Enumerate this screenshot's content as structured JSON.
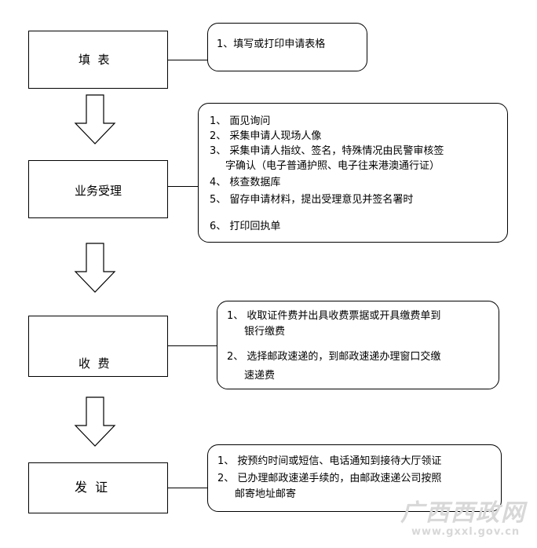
{
  "steps": [
    {
      "label": "填  表"
    },
    {
      "label": "业务受理"
    },
    {
      "label": "收  费"
    },
    {
      "label": "发  证"
    }
  ],
  "notes": [
    {
      "items": [
        "1、填写或打印申请表格"
      ]
    },
    {
      "items": [
        "1、 面见询问",
        "2、 采集申请人现场人像",
        "3、 采集申请人指纹、签名，特殊情况由民警审核签",
        "字确认（电子普通护照、电子往来港澳通行证）",
        "4、 核查数据库",
        "5、 留存申请材料，提出受理意见并签名署时",
        "6、 打印回执单"
      ]
    },
    {
      "items": [
        "1、 收取证件费并出具收费票据或开具缴费单到",
        "银行缴费",
        "2、 选择邮政速递的，到邮政速递办理窗口交缴",
        "速递费"
      ]
    },
    {
      "items": [
        "1、 按预约时间或短信、电话通知到接待大厅领证",
        "2、 已办理邮政速递手续的，由邮政速递公司按照",
        "邮寄地址邮寄"
      ]
    }
  ],
  "watermark": {
    "logo_text": "广西西政网",
    "url": "www.gxxl.gov.cn"
  }
}
